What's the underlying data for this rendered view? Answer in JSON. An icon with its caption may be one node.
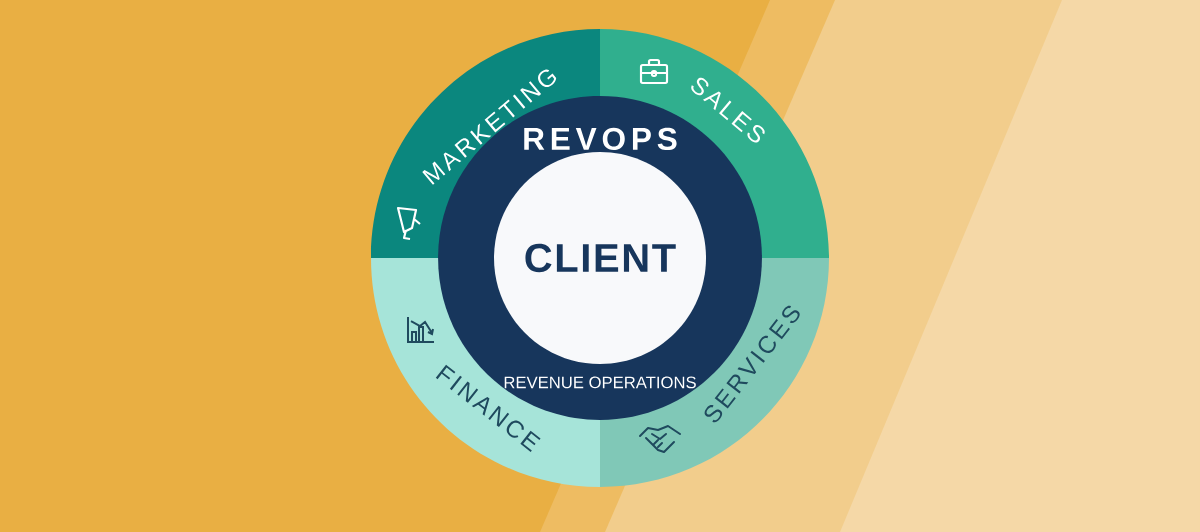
{
  "diagram": {
    "nodes": [
      {
        "text": [
          "MARKETING"
        ]
      },
      {
        "text": [
          "SALES"
        ]
      },
      {
        "text": [
          "SERVICES"
        ]
      },
      {
        "text": [
          "FINANCE"
        ]
      },
      {
        "text": [
          "REVOPS",
          "REVENUE OPERATIONS"
        ]
      },
      {
        "text": [
          "CLIENT"
        ],
        "in": 4
      }
    ]
  }
}
